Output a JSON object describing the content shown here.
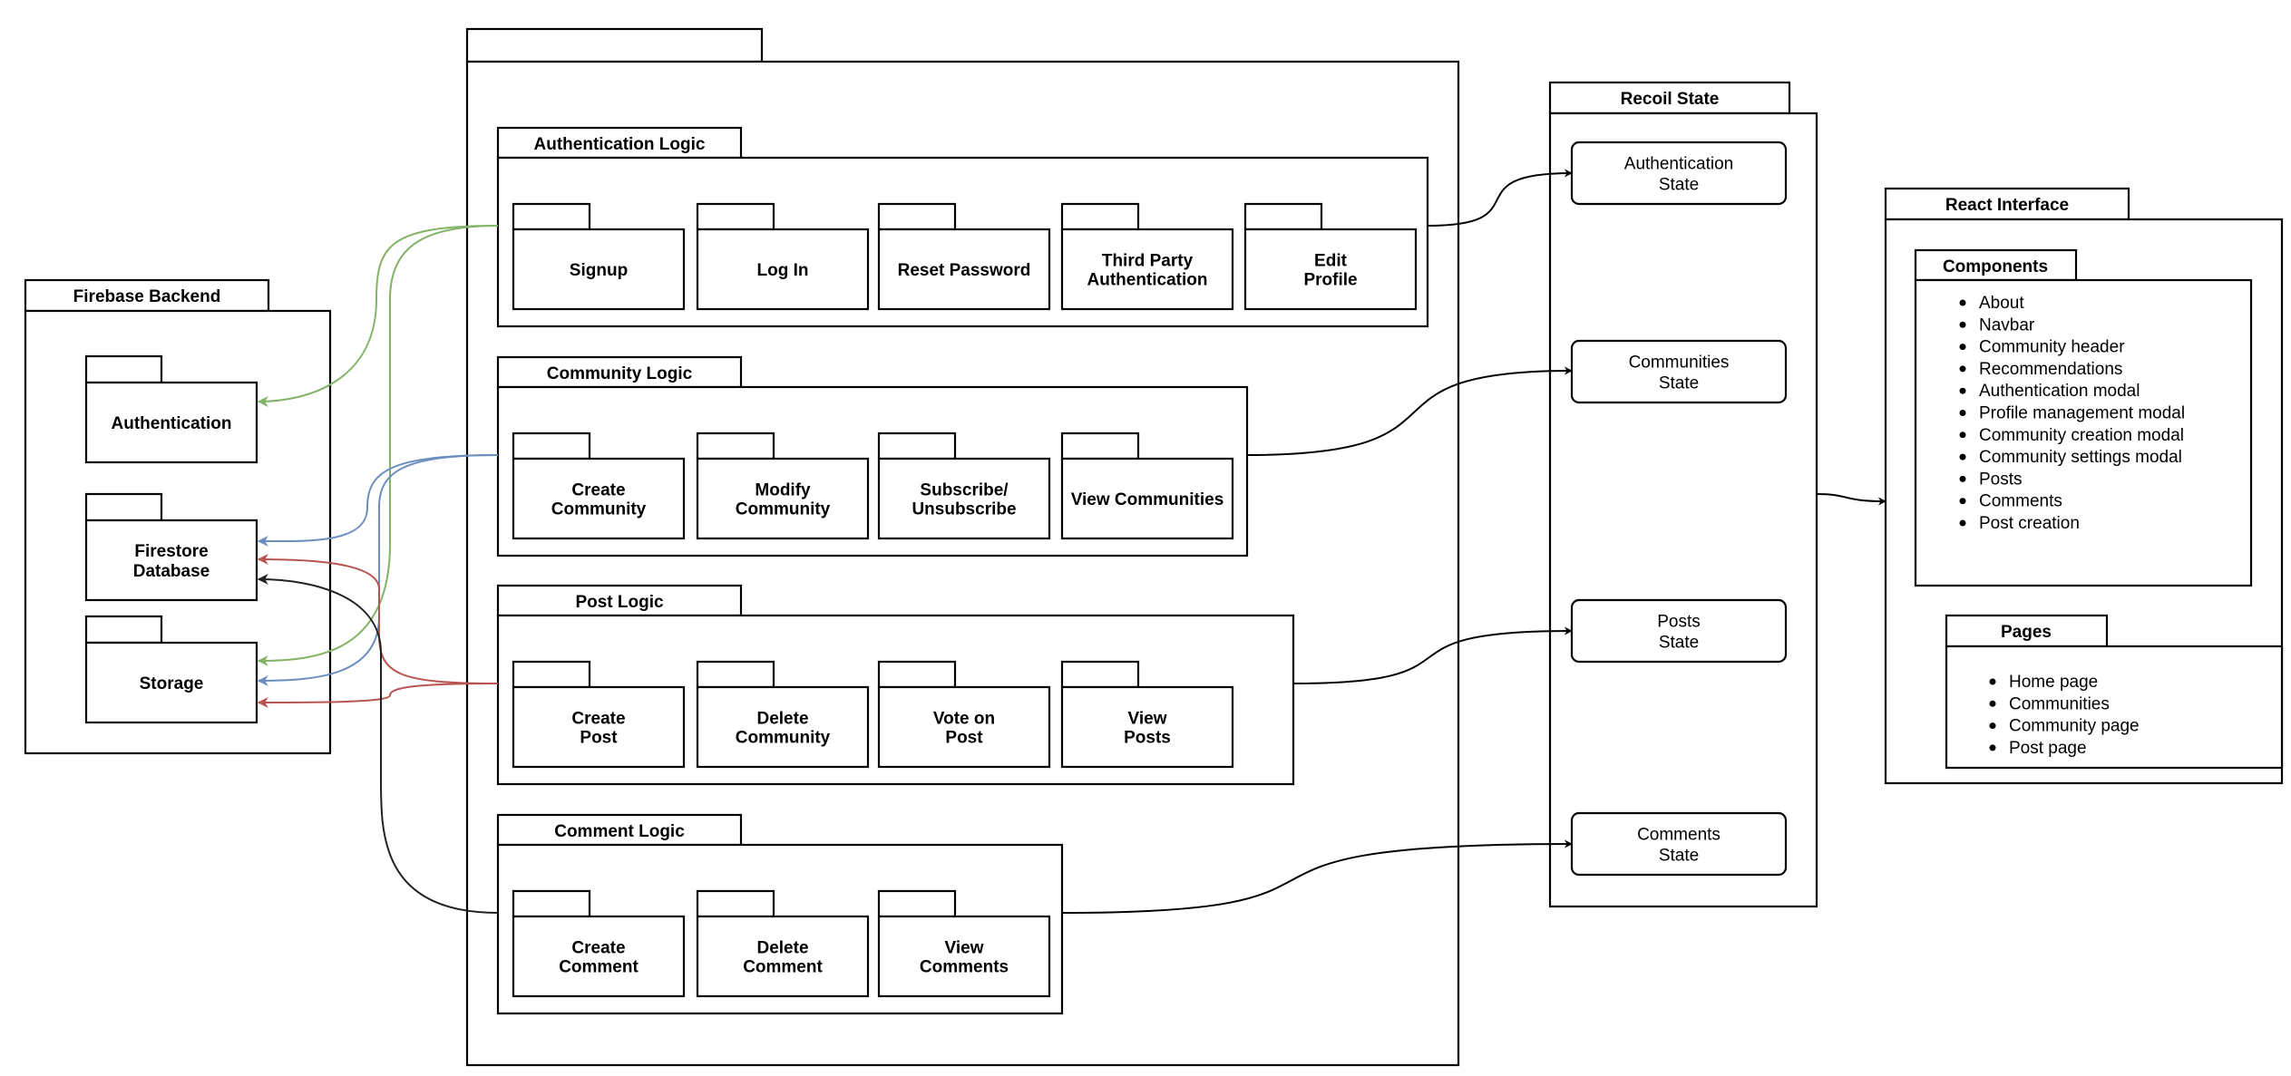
{
  "main_container": {
    "title": ""
  },
  "firebase": {
    "title": "Firebase Backend",
    "items": [
      {
        "label": "Authentication"
      },
      {
        "label": "Firestore\nDatabase"
      },
      {
        "label": "Storage"
      }
    ]
  },
  "groups": [
    {
      "title": "Authentication Logic",
      "items": [
        "Signup",
        "Log In",
        "Reset Password",
        "Third Party\nAuthentication",
        "Edit\nProfile"
      ]
    },
    {
      "title": "Community Logic",
      "items": [
        "Create\nCommunity",
        "Modify\nCommunity",
        "Subscribe/\nUnsubscribe",
        "View Communities"
      ]
    },
    {
      "title": "Post Logic",
      "items": [
        "Create\nPost",
        "Delete\nCommunity",
        "Vote on\nPost",
        "View\nPosts"
      ]
    },
    {
      "title": "Comment Logic",
      "items": [
        "Create\nComment",
        "Delete\nComment",
        "View\nComments"
      ]
    }
  ],
  "recoil": {
    "title": "Recoil State",
    "states": [
      "Authentication\nState",
      "Communities\nState",
      "Posts\nState",
      "Comments\nState"
    ]
  },
  "react": {
    "title": "React Interface",
    "components": {
      "title": "Components",
      "items": [
        "About",
        "Navbar",
        "Community header",
        "Recommendations",
        "Authentication modal",
        "Profile management modal",
        "Community creation modal",
        "Community settings modal",
        "Posts",
        "Comments",
        "Post creation"
      ]
    },
    "pages": {
      "title": "Pages",
      "items": [
        "Home page",
        "Communities",
        "Community page",
        "Post page"
      ]
    }
  },
  "colors": {
    "stroke": "#000000",
    "auth_edge": "#82b366",
    "community_edge": "#6c8ebf",
    "post_edge": "#b85450",
    "comment_edge": "#222222"
  }
}
